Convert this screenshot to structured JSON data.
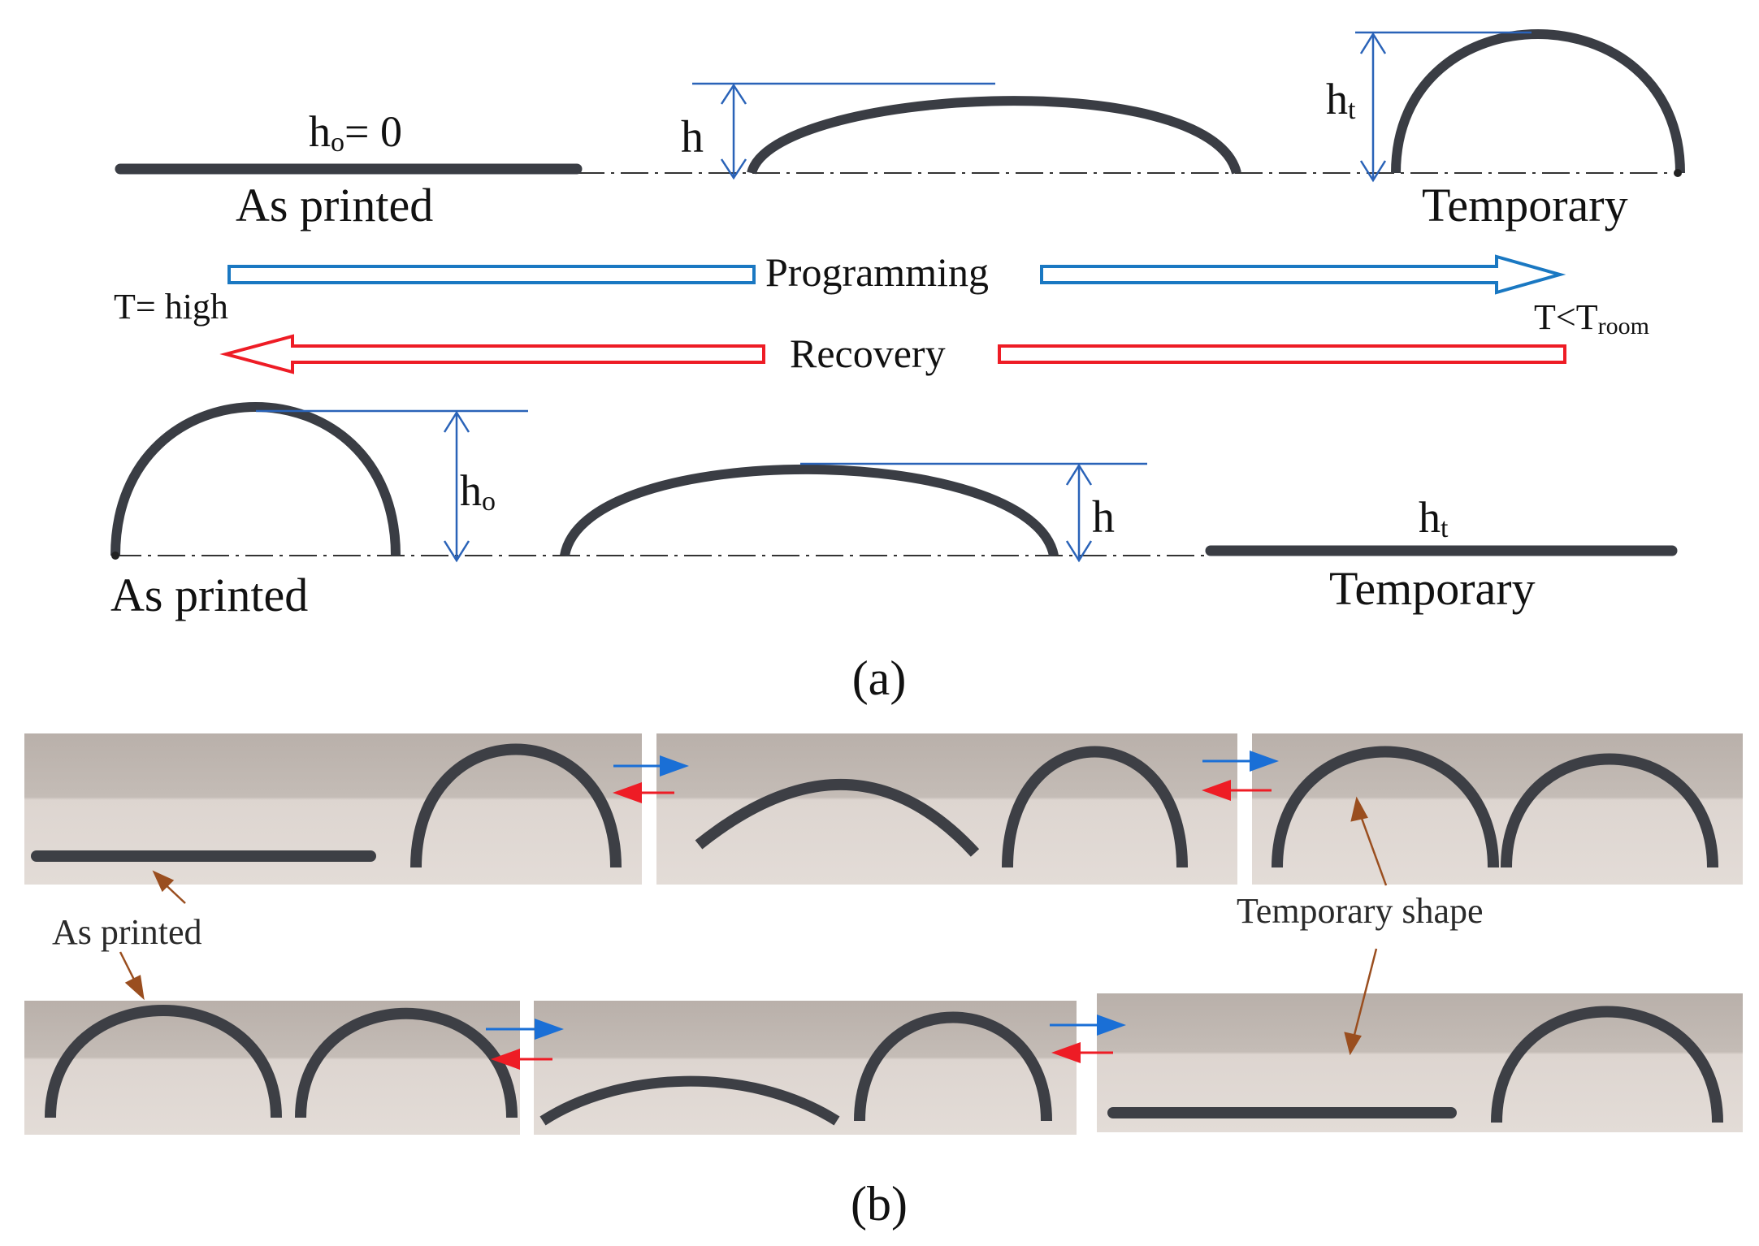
{
  "colors": {
    "beam": "#3a3d44",
    "height_line": "#2a63b8",
    "programming_arrow": "#1a78c2",
    "recovery_arrow": "#ee1c25",
    "pointer": "#9a4e1f",
    "photo_bg_top": "#bcb3ad",
    "photo_bg_bottom": "#dcd4cf",
    "text": "#111111"
  },
  "panel_a": {
    "top_row": {
      "flat_label": "h",
      "flat_label_sub": "o",
      "flat_label_rest": "= 0",
      "left_caption": "As printed",
      "mid_height_label": "h",
      "right_height_label": "h",
      "right_height_sub": "t",
      "right_caption": "Temporary"
    },
    "arrows": {
      "programming_label": "Programming",
      "recovery_label": "Recovery",
      "high_temp_label": "T= high",
      "low_temp_label": "T<T",
      "low_temp_sub": "room"
    },
    "bottom_row": {
      "left_height_label": "h",
      "left_height_sub": "o",
      "left_caption": "As printed",
      "mid_height_label": "h",
      "flat_label": "h",
      "flat_label_sub": "t",
      "right_caption": "Temporary"
    },
    "caption": "(a)"
  },
  "panel_b": {
    "as_printed_label": "As printed",
    "temporary_label": "Temporary shape",
    "caption": "(b)"
  }
}
